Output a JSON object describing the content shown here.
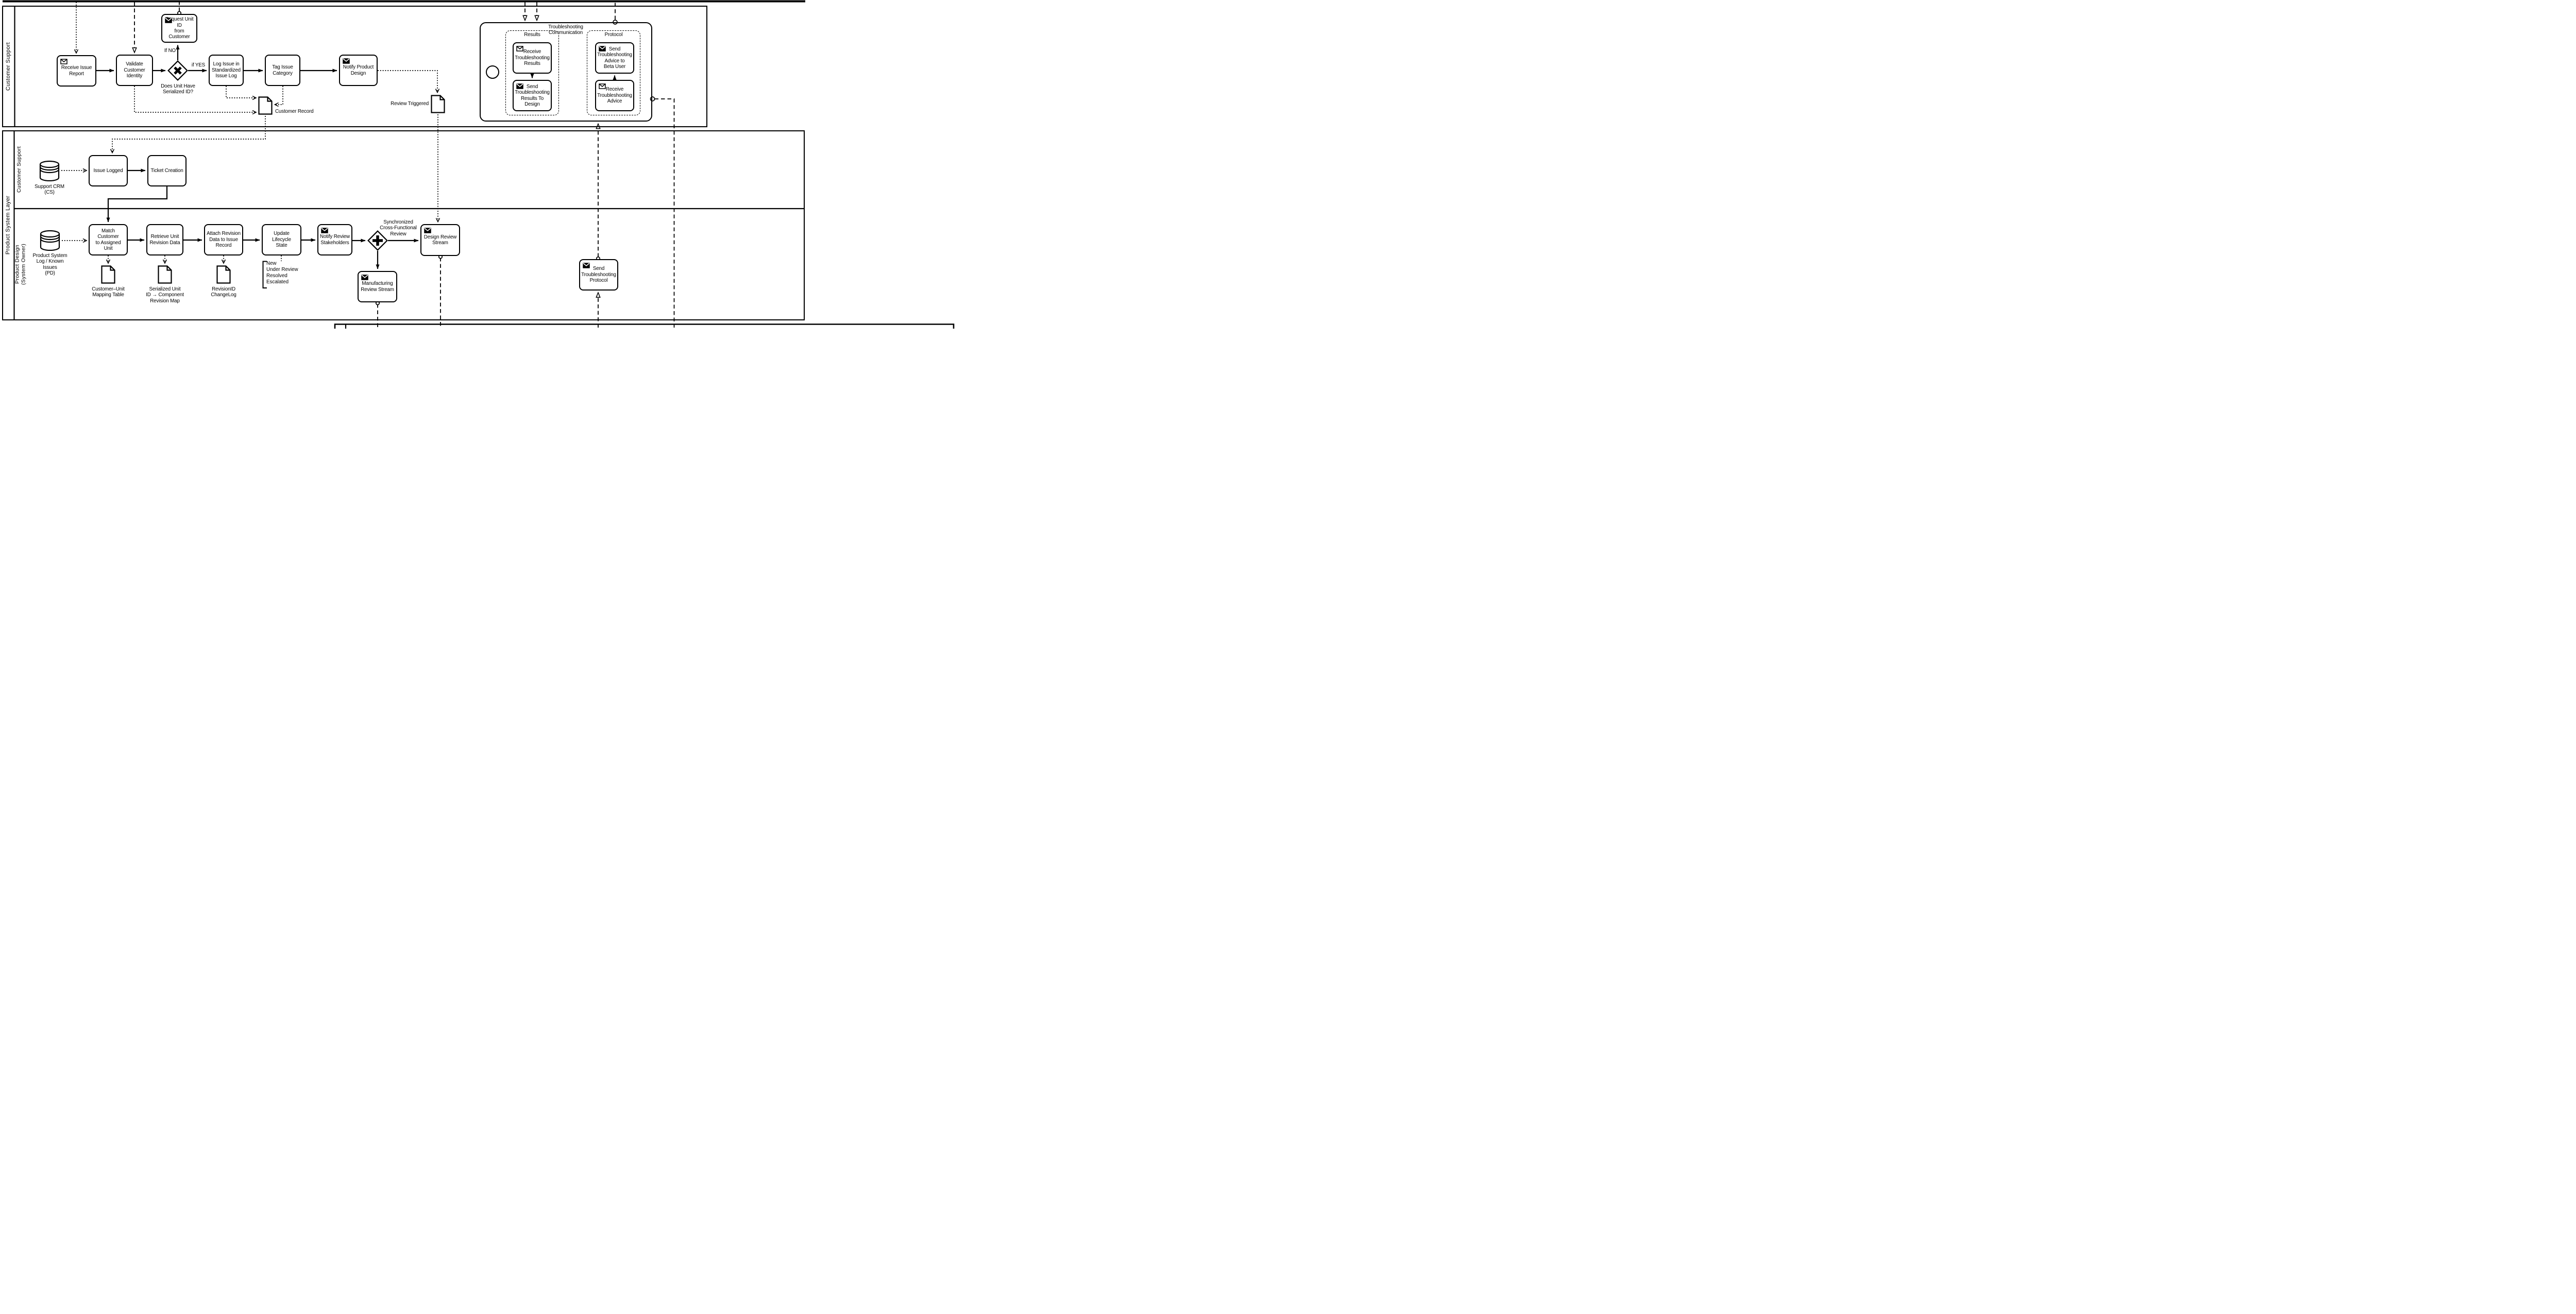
{
  "pool_customer_support": {
    "label": "Customer Support",
    "tasks": {
      "receive_issue_report": "Receive Issue\nReport",
      "validate_customer_identity": "Validate\nCustomer\nIdentity",
      "request_unit_id": "Request Unit ID\nfrom Customer",
      "log_issue": "Log Issue in\nStandardized\nIssue Log",
      "tag_issue_category": "Tag Issue\nCategory",
      "notify_product_design": "Notify Product\nDesign"
    },
    "gateway_label": "Does Unit Have\nSerialized ID?",
    "branch_no": "If NO",
    "branch_yes": "if YES",
    "data_customer_record": "Customer Record",
    "data_review_triggered": "Review Triggered"
  },
  "subprocess": {
    "title": "Troubleshooting\nCommunication",
    "group_results": "Results",
    "group_protocol": "Protocol",
    "receive_results": "Receive\nTroubleshooting\nResults",
    "send_results_to_design": "Send\nTroubleshooting\nResults To\nDesign",
    "send_advice_to_beta": "Send\nTroubleshooting\nAdvice to\nBeta User",
    "receive_advice": "Receive\nTroubleshooting\nAdvice"
  },
  "pool_product_system": {
    "label": "Product System Layer",
    "lane_customer_support": "Customer Support",
    "lane_product_design": "Product Design\n(System Owner)",
    "support_crm": "Support CRM\n(CS)",
    "issue_logged": "Issue Logged",
    "ticket_creation": "Ticket Creation",
    "pd_log": "Product System\nLog / Known\nIssues\n(PD)",
    "match_customer": "Match Customer\nto Assigned Unit",
    "retrieve_unit": "Retrieve Unit\nRevision Data",
    "attach_revision": "Attach Revision\nData to Issue\nRecord",
    "update_lifecycle": "Update Lifecycle\nState",
    "notify_stakeholders": "Notify Review\nStakeholders",
    "gateway_label": "Synchronized\nCross-Functional\nReview",
    "design_review_stream": "Design Review\nStream",
    "manufacturing_review_stream": "Manufacturing\nReview Stream",
    "data_cu_mapping": "Customer–Unit\nMapping Table",
    "data_serialized_map": "Serialized Unit\nID → Component\nRevision Map",
    "data_revision_changelog": "RevisionID\nChangeLog",
    "lifecycle_states": [
      "New",
      "Under Review",
      "Resolved",
      "Escalated"
    ],
    "send_troubleshooting_protocol": "Send\nTroubleshooting\nProtocol"
  },
  "colors": {
    "ink": "#000000",
    "background": "#ffffff"
  }
}
